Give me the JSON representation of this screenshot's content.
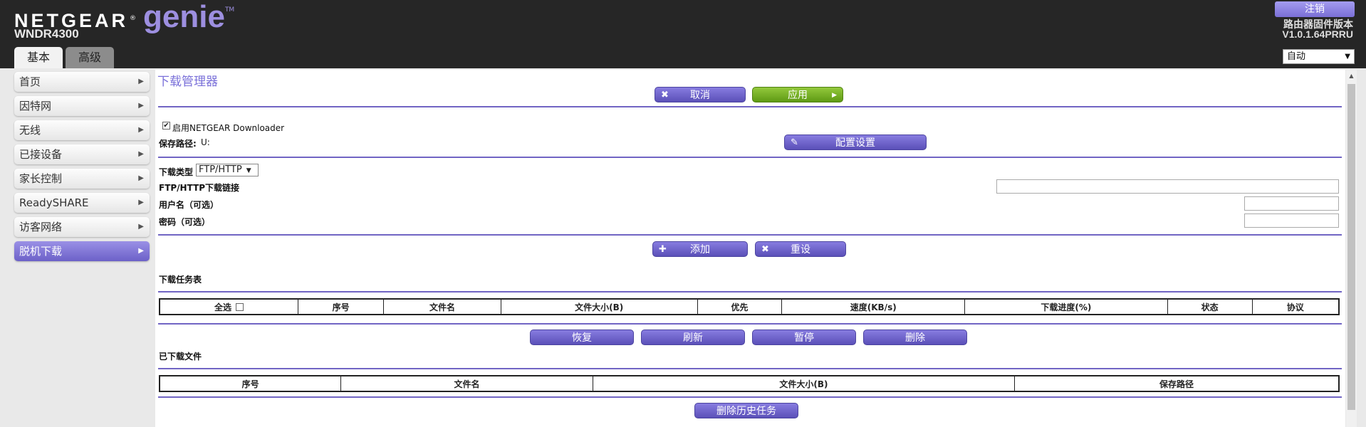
{
  "header": {
    "brand_netgear": "NETGEAR",
    "brand_reg": "®",
    "brand_genie": "genie",
    "brand_tm": "TM",
    "model": "WNDR4300",
    "tabs": [
      {
        "label": "基本"
      },
      {
        "label": "高级"
      }
    ],
    "logout_label": "注销",
    "firmware_label": "路由器固件版本",
    "firmware_version": "V1.0.1.64PRRU",
    "language_value": "自动"
  },
  "sidebar": {
    "items": [
      {
        "label": "首页"
      },
      {
        "label": "因特网"
      },
      {
        "label": "无线"
      },
      {
        "label": "已接设备"
      },
      {
        "label": "家长控制"
      },
      {
        "label": "ReadySHARE"
      },
      {
        "label": "访客网络"
      },
      {
        "label": "脱机下载"
      }
    ],
    "active_index": 7
  },
  "main": {
    "title": "下载管理器",
    "cancel_label": "取消",
    "apply_label": "应用",
    "enable_label": "启用NETGEAR Downloader",
    "enable_checked": true,
    "save_path_label": "保存路径:",
    "save_path_value": "U:",
    "config_label": "配置设置",
    "download_type_label": "下载类型",
    "download_type_value": "FTP/HTTP",
    "link_label": "FTP/HTTP下载链接",
    "link_value": "",
    "username_label": "用户名（可选）",
    "username_value": "",
    "password_label": "密码（可选）",
    "password_value": "",
    "add_label": "添加",
    "reset_label": "重设",
    "task_list_title": "下载任务表",
    "task_columns": [
      "全选",
      "序号",
      "文件名",
      "文件大小(B)",
      "优先",
      "速度(KB/s)",
      "下载进度(%)",
      "状态",
      "协议"
    ],
    "resume_label": "恢复",
    "refresh_label": "刷新",
    "pause_label": "暂停",
    "delete_label": "删除",
    "downloaded_title": "已下载文件",
    "downloaded_columns": [
      "序号",
      "文件名",
      "文件大小(B)",
      "保存路径"
    ],
    "delete_history_label": "删除历史任务"
  },
  "colors": {
    "accent": "#7165c4",
    "apply_green": "#7ab22a",
    "header_bg": "#262626"
  }
}
